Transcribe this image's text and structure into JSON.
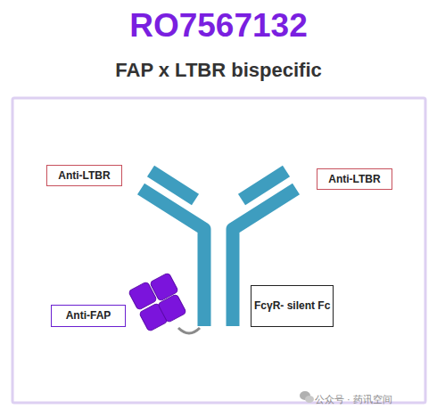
{
  "diagram": {
    "title": "RO7567132",
    "nodes": [
      {
        "text": [
          "Anti-LTBR"
        ]
      },
      {
        "text": [
          "Anti-LTBR"
        ]
      },
      {
        "text": [
          "Anti-FAP"
        ]
      },
      {
        "text": [
          "FcγR- silent Fc"
        ]
      }
    ],
    "labels": [
      "FAP x LTBR bispecific",
      "公众号 · 药讯空间"
    ]
  }
}
